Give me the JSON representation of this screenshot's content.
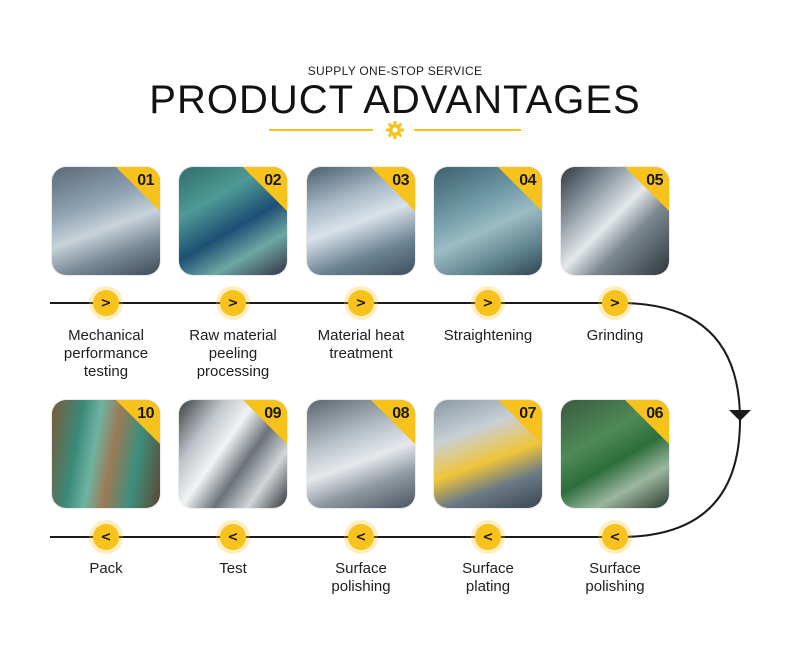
{
  "header": {
    "subtitle": "SUPPLY ONE-STOP SERVICE",
    "title": "PRODUCT ADVANTAGES"
  },
  "icons": {
    "ornament": "gear-icon",
    "forward": "chevron-right-icon",
    "backward": "chevron-left-icon"
  },
  "colors": {
    "accent": "#f6c21b",
    "line": "#1a1a1a",
    "text": "#1e1e1e"
  },
  "top_row": [
    {
      "num": "01",
      "node": ">",
      "label_lines": [
        "Mechanical",
        "performance",
        "testing"
      ]
    },
    {
      "num": "02",
      "node": ">",
      "label_lines": [
        "Raw material",
        "peeling",
        "processing"
      ]
    },
    {
      "num": "03",
      "node": ">",
      "label_lines": [
        "Material heat",
        "treatment"
      ]
    },
    {
      "num": "04",
      "node": ">",
      "label_lines": [
        "Straightening"
      ]
    },
    {
      "num": "05",
      "node": ">",
      "label_lines": [
        "Grinding"
      ]
    }
  ],
  "bottom_row": [
    {
      "num": "10",
      "node": "<",
      "label_lines": [
        "Pack"
      ]
    },
    {
      "num": "09",
      "node": "<",
      "label_lines": [
        "Test"
      ]
    },
    {
      "num": "08",
      "node": "<",
      "label_lines": [
        "Surface",
        "polishing"
      ]
    },
    {
      "num": "07",
      "node": "<",
      "label_lines": [
        "Surface",
        "plating"
      ]
    },
    {
      "num": "06",
      "node": "<",
      "label_lines": [
        "Surface",
        "polishing"
      ]
    }
  ]
}
